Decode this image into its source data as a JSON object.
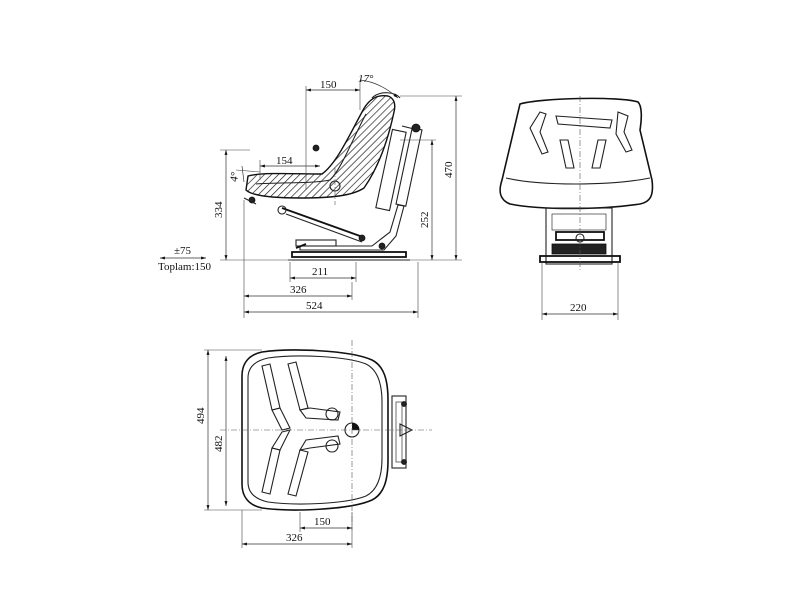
{
  "dimensions": {
    "side_top_width": "150",
    "tilt_angle": "17°",
    "seat_angle": "4°",
    "cushion_depth": "154",
    "seat_height": "334",
    "total_height": "470",
    "mount_height": "252",
    "rail_width": "211",
    "slide_length": "326",
    "overall_length": "524",
    "front_width": "220",
    "plan_offset": "150",
    "plan_length": "326",
    "plan_outer_width": "494",
    "plan_inner_width": "482"
  },
  "adjustment": {
    "range": "±75",
    "total": "Toplam:150"
  }
}
